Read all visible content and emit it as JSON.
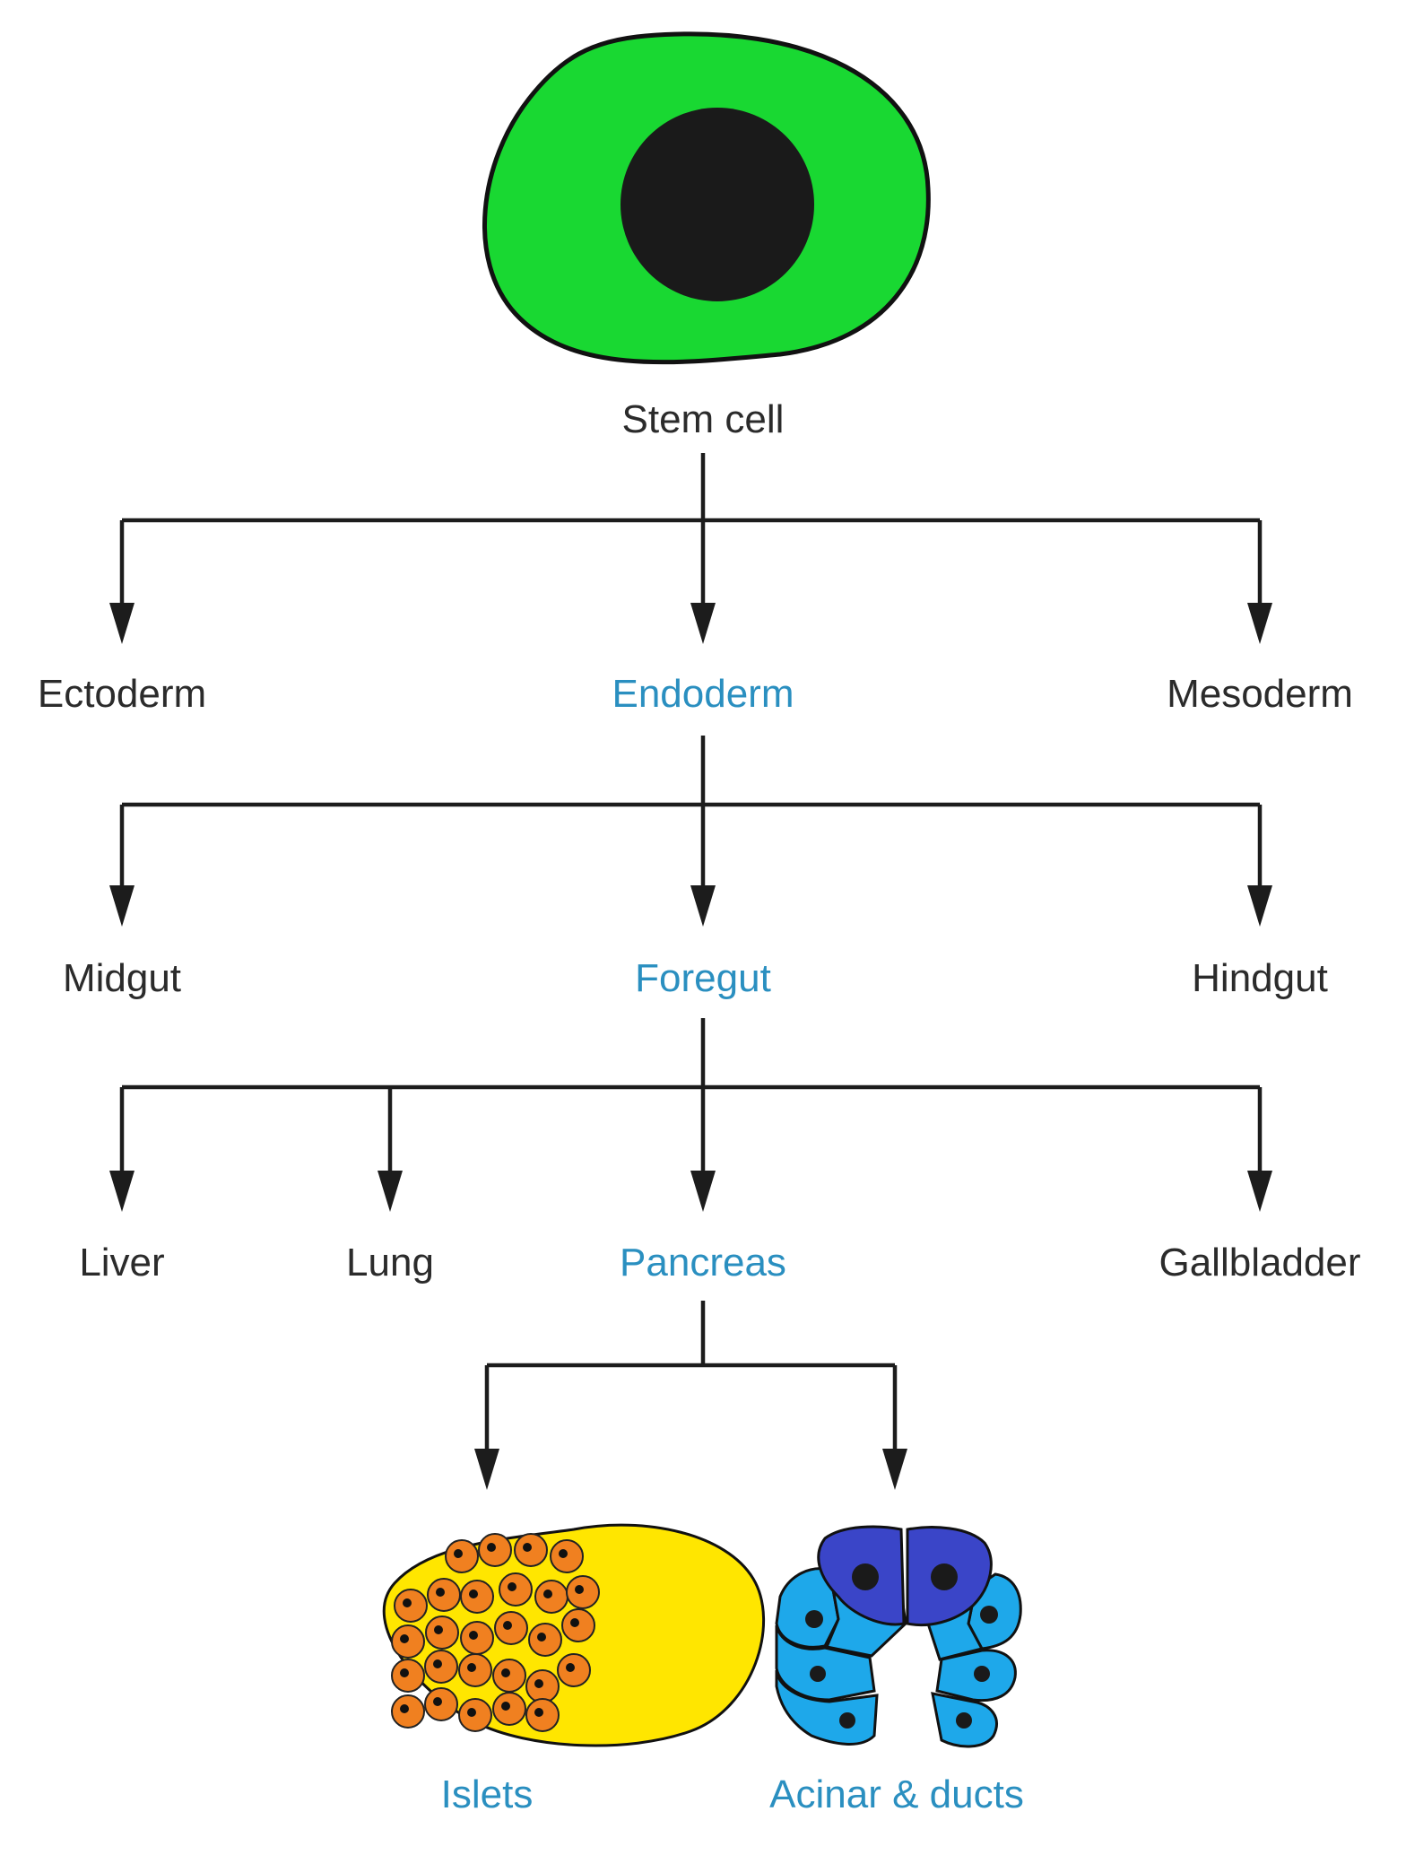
{
  "nodes": {
    "stem_cell": "Stem cell",
    "ectoderm": "Ectoderm",
    "endoderm": "Endoderm",
    "mesoderm": "Mesoderm",
    "midgut": "Midgut",
    "foregut": "Foregut",
    "hindgut": "Hindgut",
    "liver": "Liver",
    "lung": "Lung",
    "pancreas": "Pancreas",
    "gallbladder": "Gallbladder",
    "islets": "Islets",
    "acinar_ducts": "Acinar & ducts"
  },
  "colors": {
    "highlight_text": "#2a8fc0",
    "normal_text": "#2b2b2b",
    "stem_cell_fill": "#19d832",
    "nucleus": "#1a1a1a",
    "islet_fill": "#ffe600",
    "islet_cell": "#f08020",
    "acinar_dark": "#3a45c8",
    "duct_light": "#1ea8ea"
  }
}
